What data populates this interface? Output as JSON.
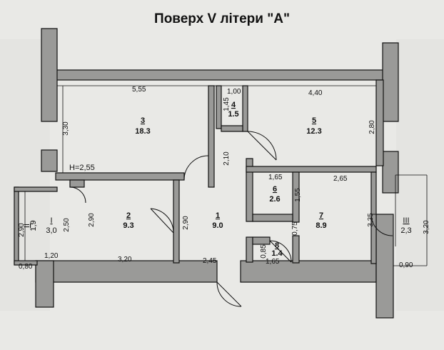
{
  "title": "Поверх V літери \"А\"",
  "height_note": "H=2,55",
  "rooms": [
    {
      "num": "1",
      "area": "9.0"
    },
    {
      "num": "2",
      "area": "9.3"
    },
    {
      "num": "3",
      "area": "18.3"
    },
    {
      "num": "4",
      "area": "1.5"
    },
    {
      "num": "5",
      "area": "12.3"
    },
    {
      "num": "6",
      "area": "2.6"
    },
    {
      "num": "7",
      "area": "8.9"
    },
    {
      "num": "8",
      "area": "1.4"
    },
    {
      "num": "I",
      "area": "3,0"
    },
    {
      "num": "II",
      "area": "1,9"
    },
    {
      "num": "III",
      "area": "2,3"
    }
  ],
  "dimensions": {
    "d555": "5,55",
    "d100": "1,00",
    "d440": "4,40",
    "d330": "3,30",
    "d145": "1,45",
    "d280": "2,80",
    "d210": "2,10",
    "d165a": "1,65",
    "d265": "2,65",
    "d290a": "2,90",
    "d290b": "2,90",
    "d290c": "2,90",
    "d250": "2,50",
    "d155": "1,55",
    "d335": "3,35",
    "d320v": "3,20",
    "d075": "0,75",
    "d085": "0,85",
    "d120": "1,20",
    "d320h": "3,20",
    "d245": "2,45",
    "d165b": "1,65",
    "d080": "0,80",
    "d090": "0,90"
  }
}
